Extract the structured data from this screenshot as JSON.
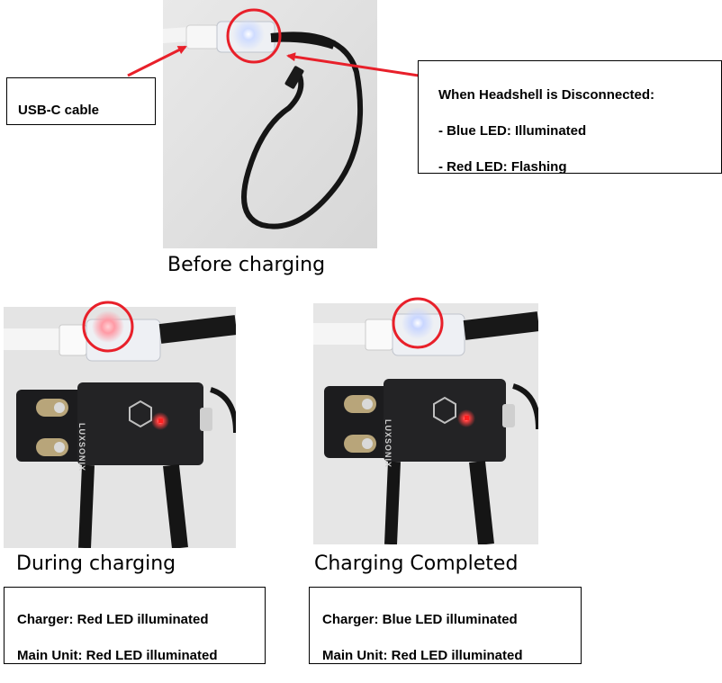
{
  "labels": {
    "usb_cable": "USB-C cable",
    "disconnected_title": "When Headshell is Disconnected:",
    "disconnected_line1": "- Blue LED: Illuminated",
    "disconnected_line2": "- Red LED: Flashing",
    "before": "Before charging",
    "during": "During charging",
    "completed": "Charging Completed",
    "during_line1": "Charger: Red LED illuminated",
    "during_line2": "Main Unit: Red LED illuminated",
    "completed_line1": "Charger: Blue LED illuminated",
    "completed_line2": "Main Unit: Red LED illuminated",
    "brand": "LUXSONIX"
  },
  "colors": {
    "highlight_circle": "#e8202a",
    "arrow": "#e8202a",
    "led_blue": "#9ab4ff",
    "led_red": "#ff3030",
    "device_black": "#1c1c1e"
  },
  "icons": {
    "arrow": "red-arrow",
    "circle": "red-highlight-circle"
  }
}
